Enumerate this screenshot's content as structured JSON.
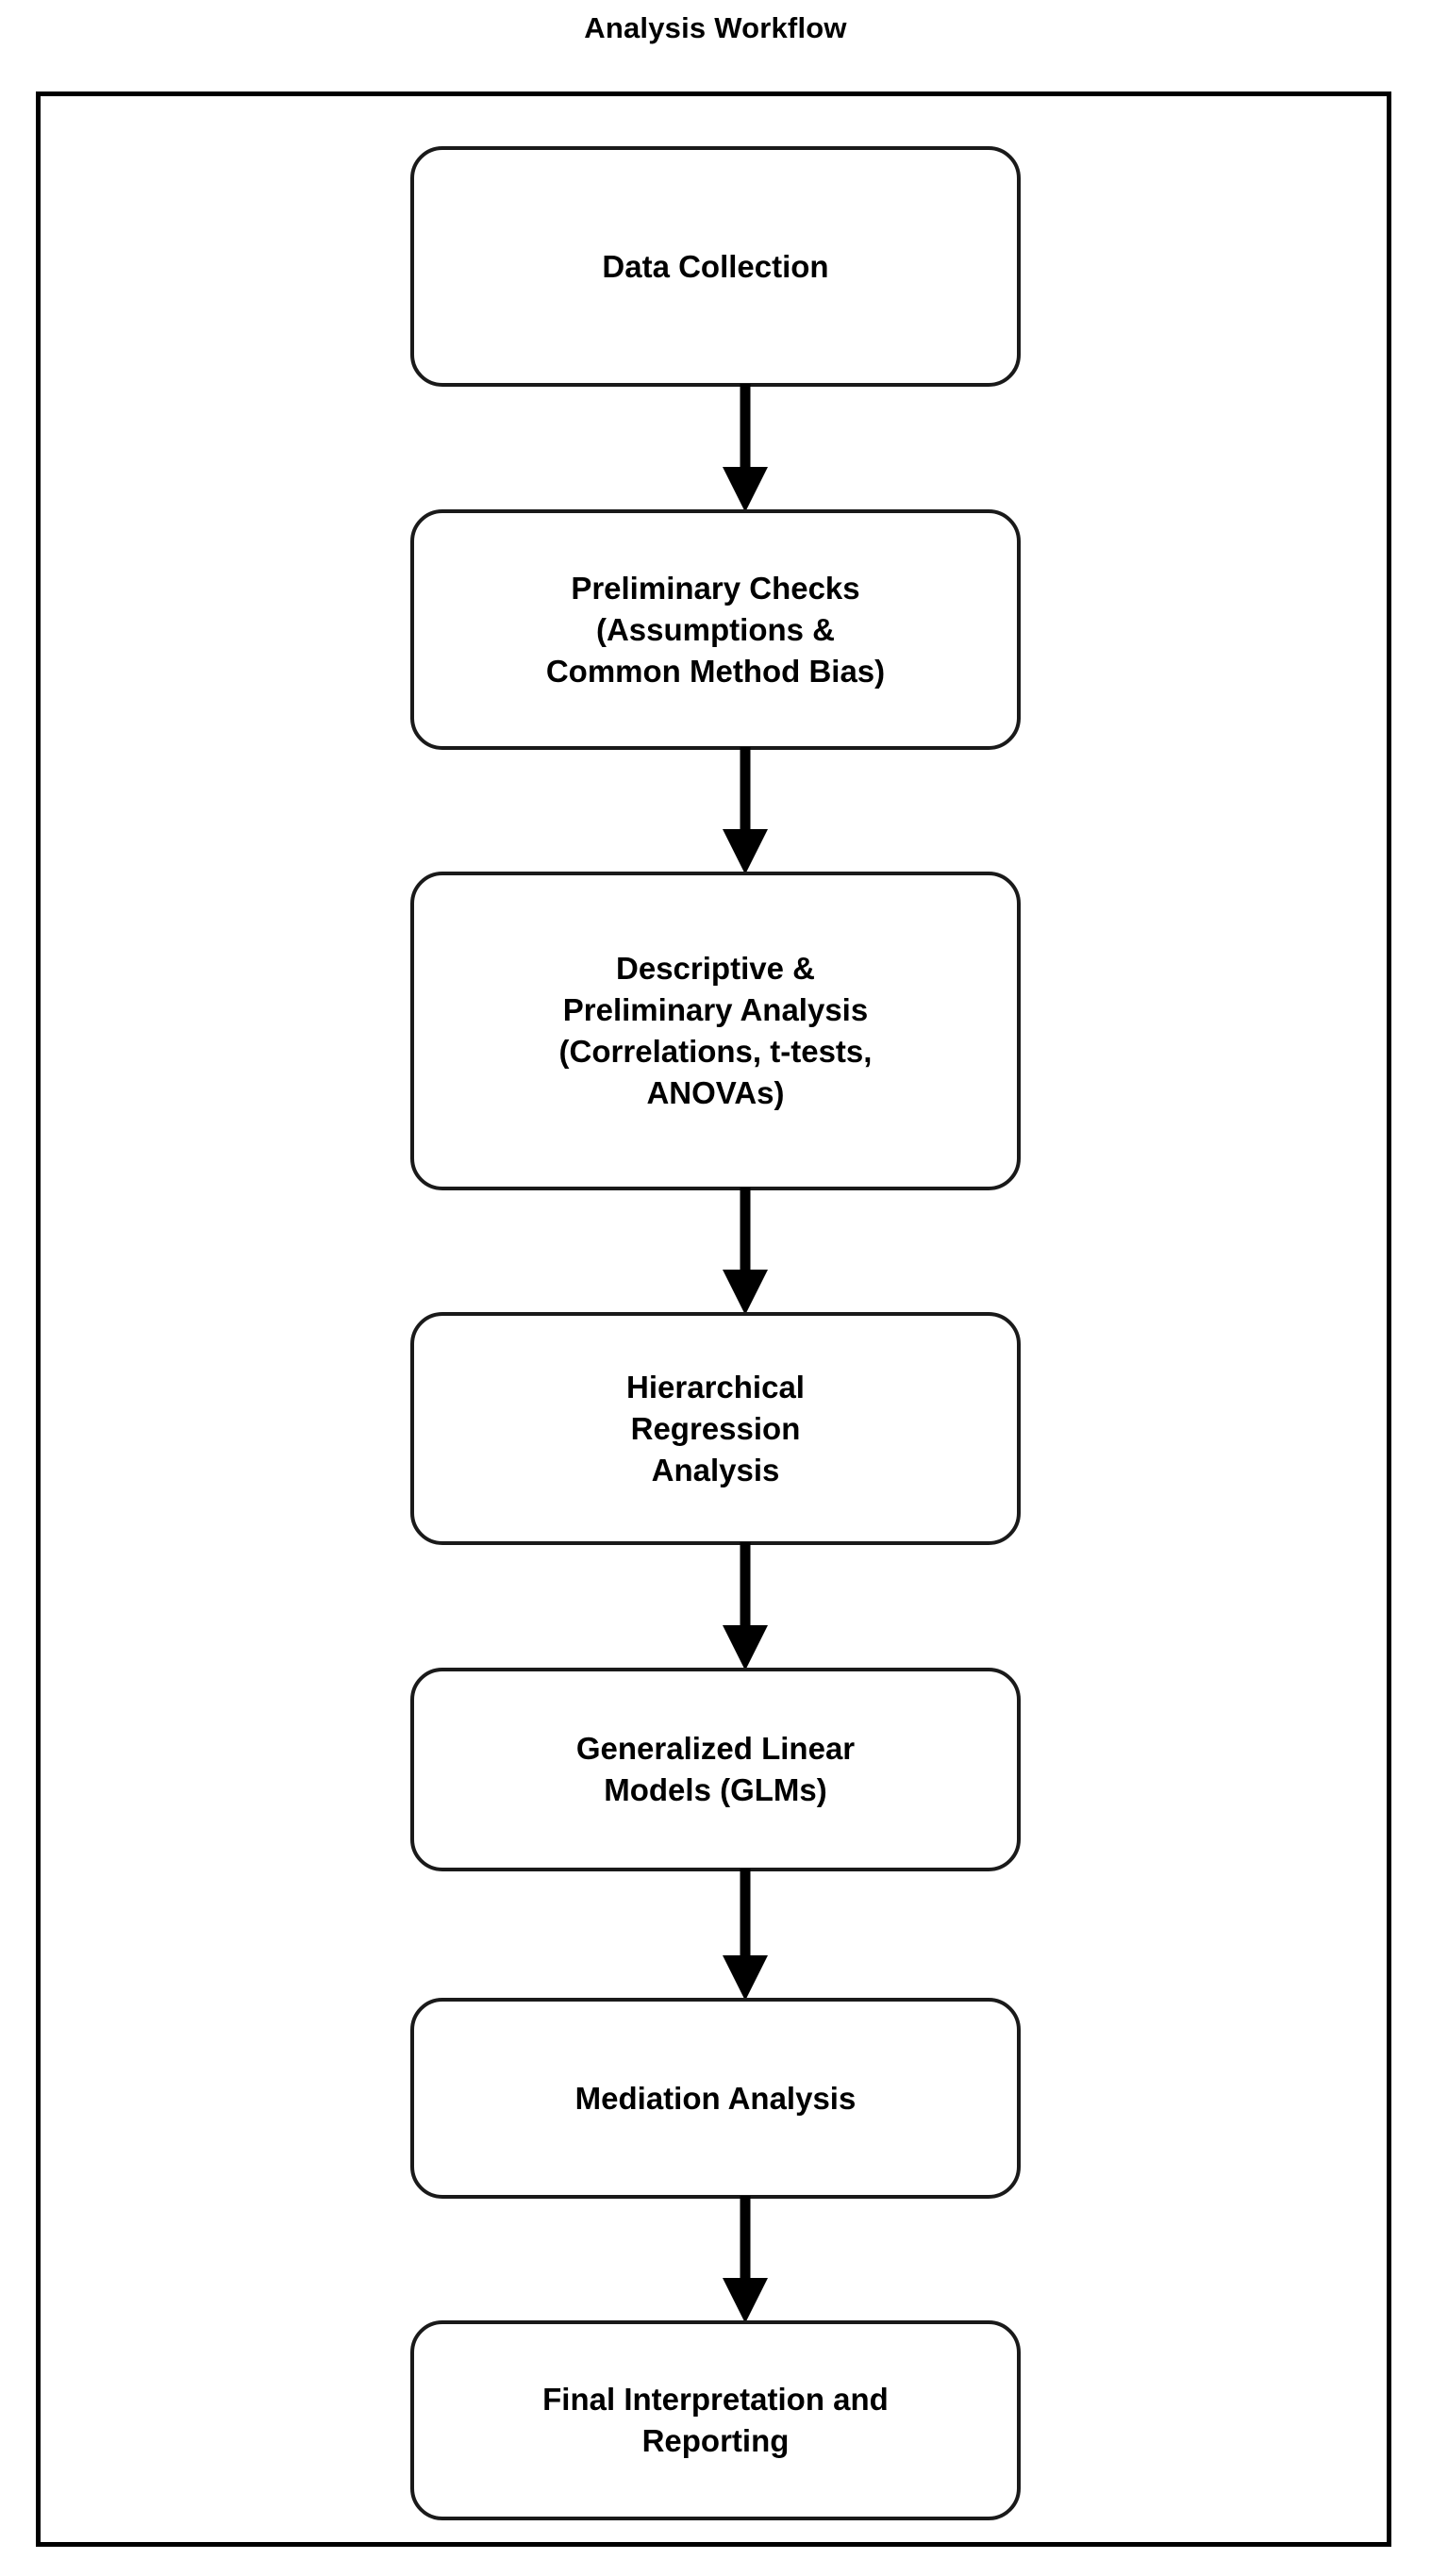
{
  "figure": {
    "title": "Analysis Workflow",
    "background_color": "#ffffff",
    "line_color": "#000000",
    "node_border_color": "#1a1a1a",
    "text_color": "#000000"
  },
  "chart_data": {
    "type": "diagram",
    "diagram_type": "flowchart",
    "orientation": "vertical-top-to-bottom",
    "title": "Analysis Workflow",
    "nodes": [
      {
        "id": "n1",
        "shape": "rounded-rectangle",
        "label": "Data Collection"
      },
      {
        "id": "n2",
        "shape": "rounded-rectangle",
        "label": "Preliminary Checks\n(Assumptions &\nCommon Method Bias)"
      },
      {
        "id": "n3",
        "shape": "rounded-rectangle",
        "label": "Descriptive &\nPreliminary Analysis\n(Correlations, t-tests,\nANOVAs)"
      },
      {
        "id": "n4",
        "shape": "rounded-rectangle",
        "label": "Hierarchical\nRegression\nAnalysis"
      },
      {
        "id": "n5",
        "shape": "rounded-rectangle",
        "label": "Generalized Linear\nModels (GLMs)"
      },
      {
        "id": "n6",
        "shape": "rounded-rectangle",
        "label": "Mediation Analysis"
      },
      {
        "id": "n7",
        "shape": "rounded-rectangle",
        "label": "Final Interpretation and\nReporting"
      }
    ],
    "edges": [
      {
        "from": "n1",
        "to": "n2",
        "style": "solid-arrow",
        "label": ""
      },
      {
        "from": "n2",
        "to": "n3",
        "style": "solid-arrow",
        "label": ""
      },
      {
        "from": "n3",
        "to": "n4",
        "style": "solid-arrow",
        "label": ""
      },
      {
        "from": "n4",
        "to": "n5",
        "style": "solid-arrow",
        "label": ""
      },
      {
        "from": "n5",
        "to": "n6",
        "style": "solid-arrow",
        "label": ""
      },
      {
        "from": "n6",
        "to": "n7",
        "style": "solid-arrow",
        "label": ""
      }
    ],
    "legend": [],
    "annotations": []
  }
}
